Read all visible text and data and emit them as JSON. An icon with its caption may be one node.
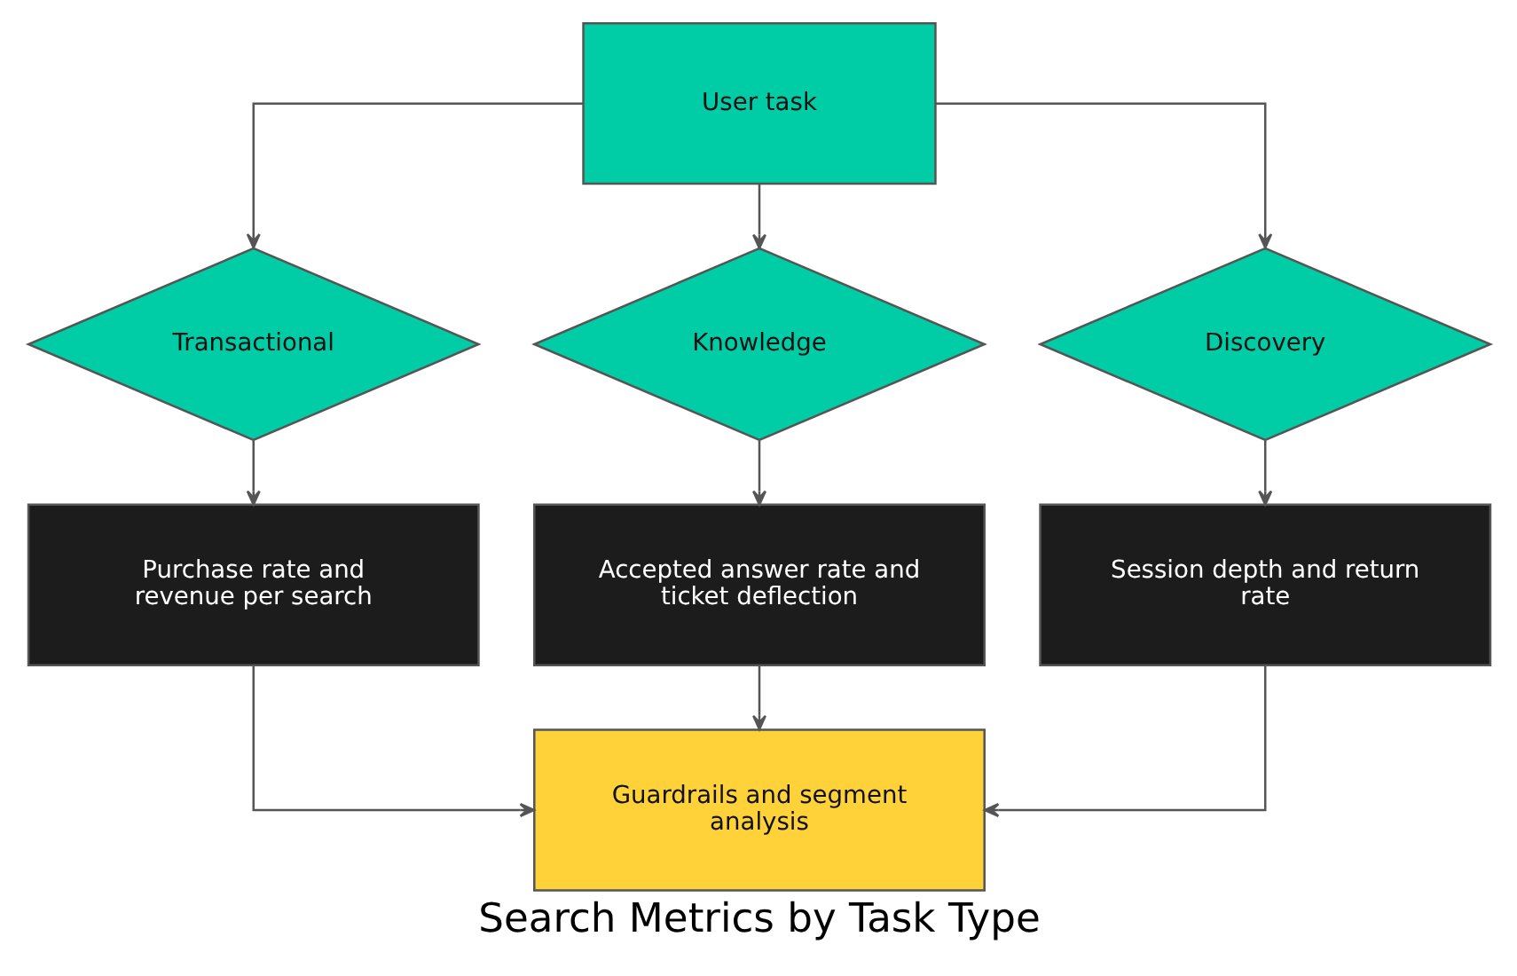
{
  "diagram": {
    "caption": "Search Metrics by Task Type",
    "nodes": [
      {
        "text": [
          "User task"
        ]
      },
      {
        "text": [
          "Transactional"
        ]
      },
      {
        "text": [
          "Knowledge"
        ]
      },
      {
        "text": [
          "Discovery"
        ]
      },
      {
        "text": [
          "Purchase rate and revenue per search"
        ]
      },
      {
        "text": [
          "Accepted answer rate and ticket deflection"
        ]
      },
      {
        "text": [
          "Session depth and return rate"
        ]
      },
      {
        "text": [
          "Guardrails and segment analysis"
        ]
      }
    ],
    "edges": [
      {
        "from": 0,
        "to": 1,
        "arrow": "to"
      },
      {
        "from": 0,
        "to": 2,
        "arrow": "to"
      },
      {
        "from": 0,
        "to": 3,
        "arrow": "to"
      },
      {
        "from": 1,
        "to": 4,
        "arrow": "to"
      },
      {
        "from": 2,
        "to": 5,
        "arrow": "to"
      },
      {
        "from": 3,
        "to": 6,
        "arrow": "to"
      },
      {
        "from": 4,
        "to": 7,
        "arrow": "to"
      },
      {
        "from": 5,
        "to": 7,
        "arrow": "to"
      },
      {
        "from": 6,
        "to": 7,
        "arrow": "to"
      }
    ]
  }
}
